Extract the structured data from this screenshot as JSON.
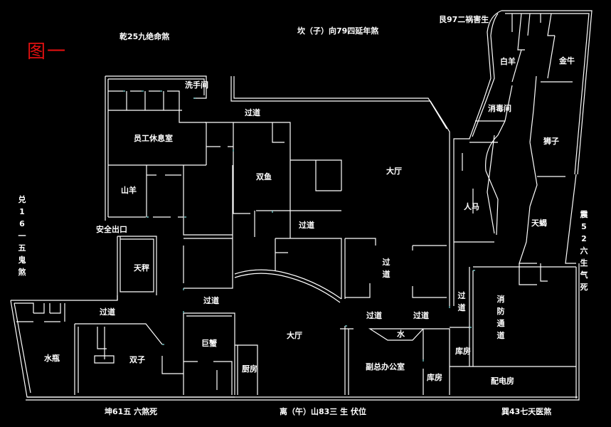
{
  "figure_title": "图一",
  "directions": {
    "top_left": "乾25九绝命煞",
    "top_center": "坎（子）向79四延年煞",
    "top_right": "艮97二祸害生",
    "left": "兑16一五鬼煞",
    "right": "震52六生气死",
    "bottom_left": "坤61五 六煞死",
    "bottom_center": "离（午）山83三 生 伏位",
    "bottom_right": "巽43七天医煞"
  },
  "rooms": {
    "washroom": "洗手间",
    "staff_lounge": "员工休息室",
    "corridor_top": "过道",
    "pisces": "双鱼",
    "hall_upper": "大厅",
    "capricorn": "山羊",
    "safety_exit": "安全出口",
    "corridor_mid": "过道",
    "libra": "天秤",
    "corridor_left1": "过道",
    "corridor_left2": "过道",
    "corridor_center_v": "过道",
    "aquarius": "水瓶",
    "gemini": "双子",
    "cancer": "巨蟹",
    "kitchen": "厨房",
    "hall_lower": "大厅",
    "corridor_low1": "过道",
    "corridor_low2": "过道",
    "water": "水",
    "deputy_office": "副总办公室",
    "storage1": "库房",
    "storage2": "库房",
    "power_room": "配电房",
    "corridor_right_v": "过道",
    "fire_passage": "消防通道",
    "aries": "白羊",
    "taurus": "金牛",
    "disinfection": "消毒间",
    "leo": "狮子",
    "sagittarius": "人马",
    "scorpio": "天蝎"
  },
  "colors": {
    "background": "#000000",
    "walls": "#ffffff",
    "doors": "#7fe0e0",
    "title": "#e01010"
  }
}
